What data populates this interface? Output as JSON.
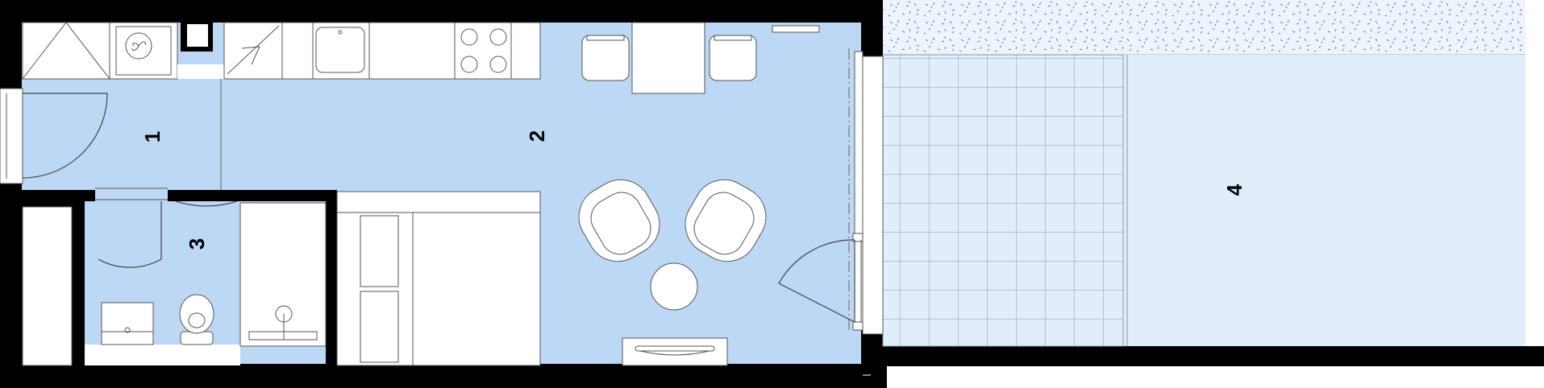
{
  "rooms": [
    {
      "id": "1",
      "label": "1"
    },
    {
      "id": "2",
      "label": "2"
    },
    {
      "id": "3",
      "label": "3"
    },
    {
      "id": "4",
      "label": "4"
    }
  ],
  "colors": {
    "wall": "#000000",
    "floor": "#bcd8f5",
    "terrace_tiles": "#e1edfb",
    "terrace_gravel": "#edf4fd",
    "fixture_fill": "#ffffff",
    "line": "#555555"
  }
}
